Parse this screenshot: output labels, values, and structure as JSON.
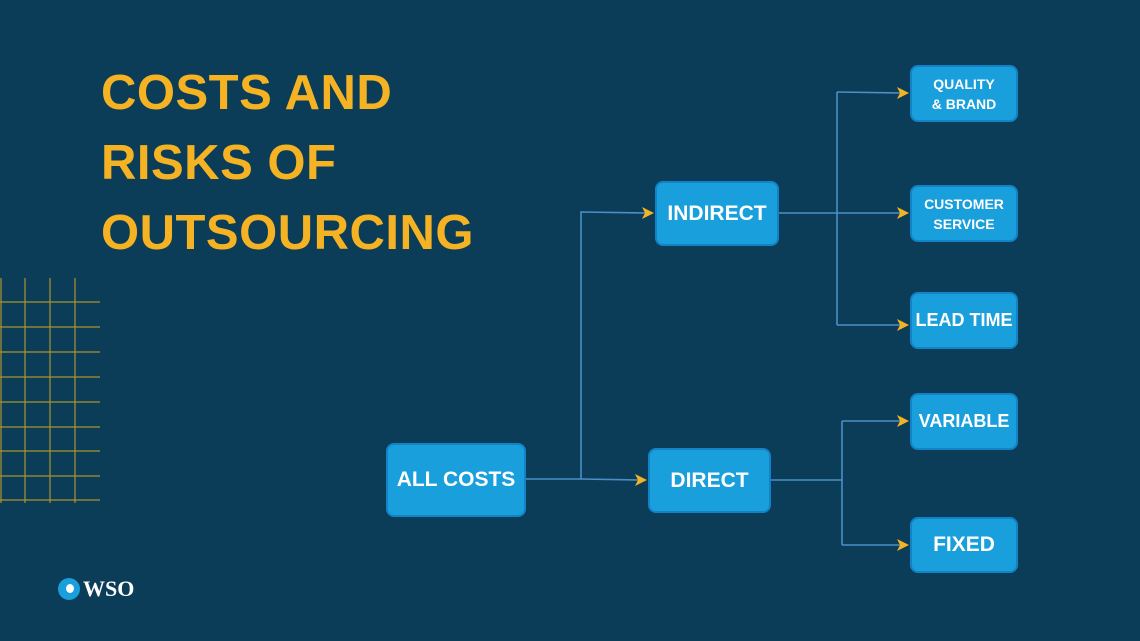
{
  "title": {
    "lines": [
      "COSTS AND",
      "RISKS OF",
      "OUTSOURCING"
    ]
  },
  "nodes": {
    "all_costs": "ALL COSTS",
    "indirect": "INDIRECT",
    "direct": "DIRECT",
    "quality_brand": [
      "QUALITY",
      "& BRAND"
    ],
    "customer_service": [
      "CUSTOMER",
      "SERVICE"
    ],
    "lead_time": "LEAD TIME",
    "variable": "VARIABLE",
    "fixed": "FIXED"
  },
  "logo": {
    "text": "WSO"
  },
  "colors": {
    "background": "#0b3d58",
    "accent": "#f5b324",
    "box": "#1a9fdd",
    "connector": "#4a8fc8"
  }
}
